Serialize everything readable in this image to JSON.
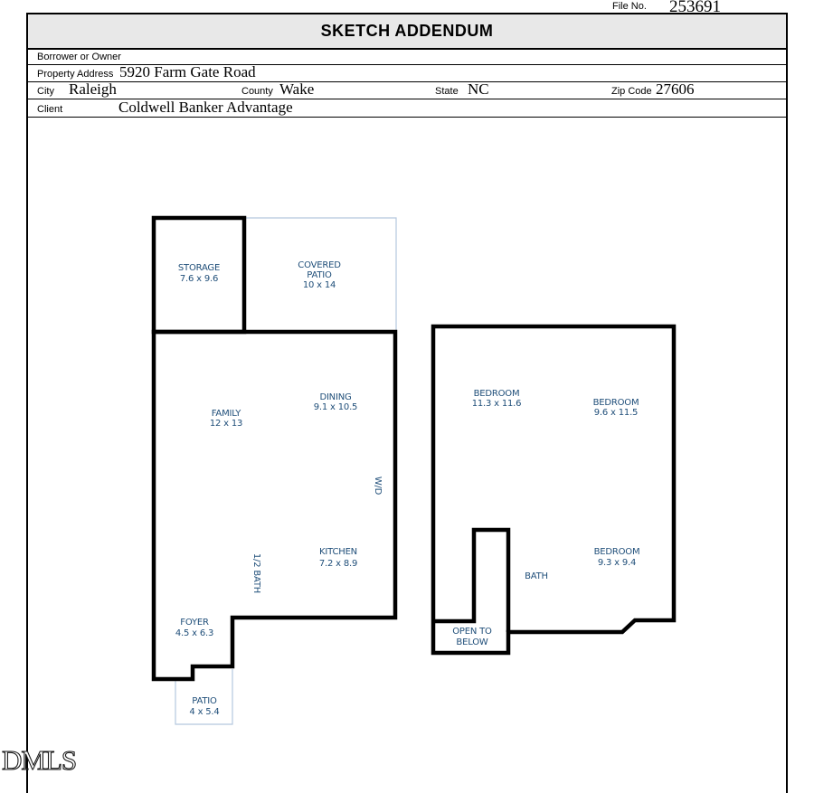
{
  "header": {
    "file_no_label": "File No.",
    "file_no_value": "253691",
    "title": "SKETCH ADDENDUM"
  },
  "form": {
    "borrower_label": "Borrower or Owner",
    "property_address_label": "Property Address",
    "property_address_value": "5920 Farm Gate Road",
    "city_label": "City",
    "city_value": "Raleigh",
    "county_label": "County",
    "county_value": "Wake",
    "state_label": "State",
    "state_value": "NC",
    "zip_label": "Zip Code",
    "zip_value": "27606",
    "client_label": "Client",
    "client_value": "Coldwell Banker Advantage"
  },
  "floorplan": {
    "rooms": {
      "storage": {
        "name": "STORAGE",
        "dims": "7.6 x 9.6"
      },
      "covered_patio": {
        "name_line1": "COVERED",
        "name_line2": "PATIO",
        "dims": "10 x 14"
      },
      "family": {
        "name": "FAMILY",
        "dims": "12 x 13"
      },
      "dining": {
        "name": "DINING",
        "dims": "9.1 x 10.5"
      },
      "laundry": {
        "name": "W/D"
      },
      "half_bath": {
        "name": "1/2 BATH"
      },
      "kitchen": {
        "name": "KITCHEN",
        "dims": "7.2 x 8.9"
      },
      "foyer": {
        "name": "FOYER",
        "dims": "4.5 x 6.3"
      },
      "patio": {
        "name": "PATIO",
        "dims": "4 x 5.4"
      },
      "bedroom_1": {
        "name": "BEDROOM",
        "dims": "11.3 x 11.6"
      },
      "bedroom_2": {
        "name": "BEDROOM",
        "dims": "9.6 x 11.5"
      },
      "bedroom_3": {
        "name": "BEDROOM",
        "dims": "9.3 x 9.4"
      },
      "bath": {
        "name": "BATH"
      },
      "open_to_below": {
        "name_line1": "OPEN TO",
        "name_line2": "BELOW"
      }
    },
    "colors": {
      "wall": "#000000",
      "thin_line": "#b5c7de",
      "room_text": "#1f4e79",
      "header_background": "#e8e8e8"
    }
  },
  "watermark": "DMLS"
}
